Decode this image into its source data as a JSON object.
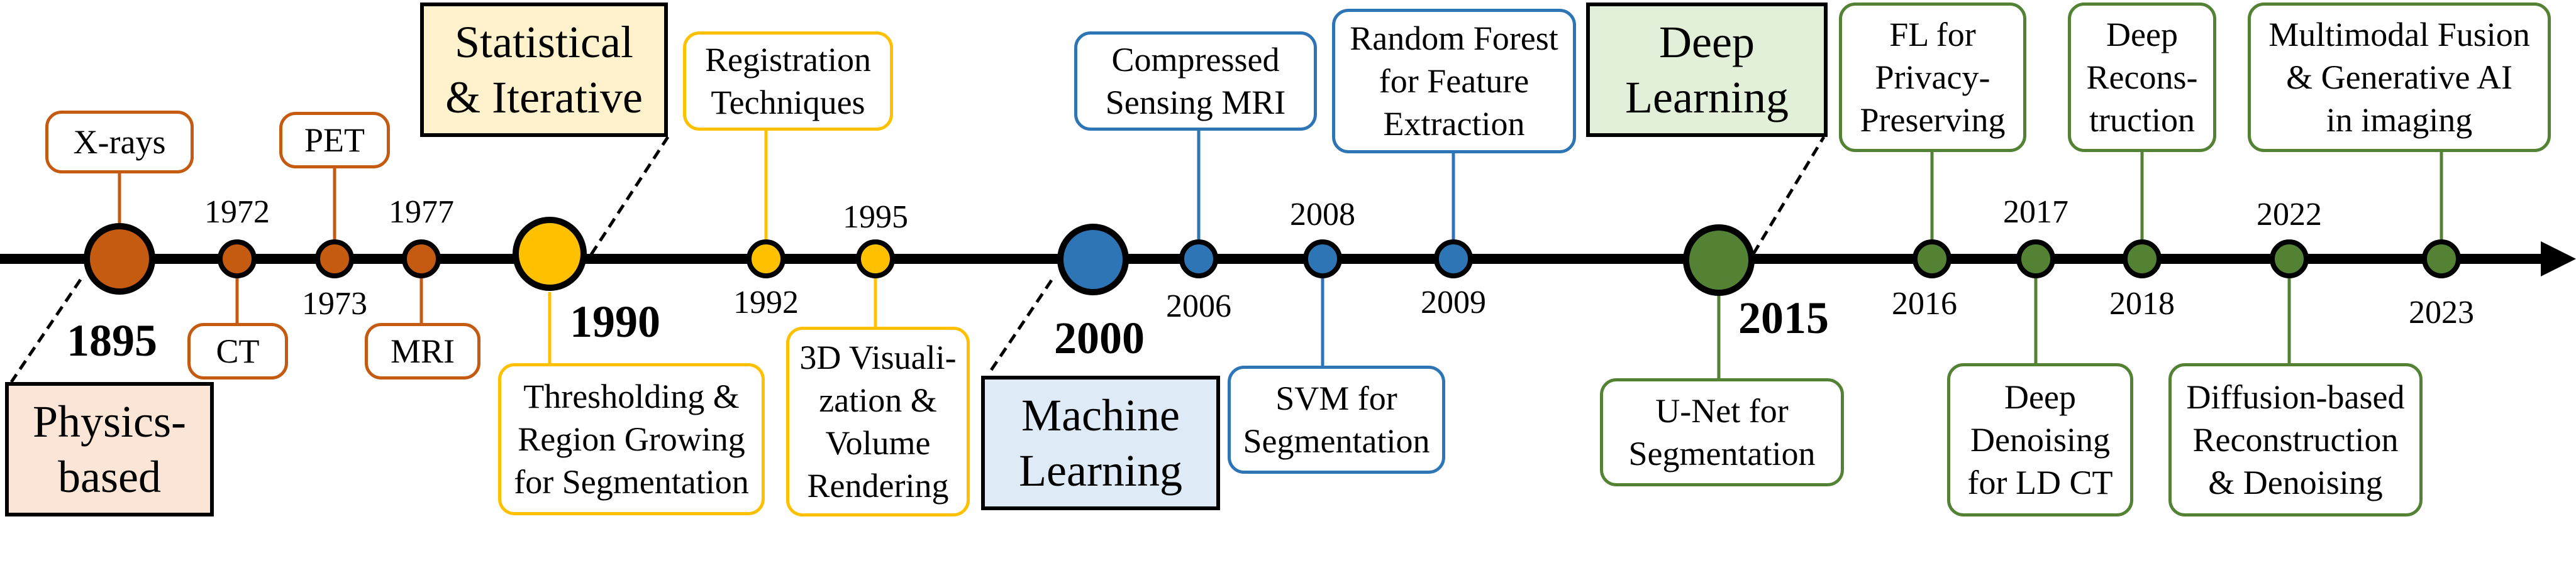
{
  "colors": {
    "physics": "#C55A11",
    "statistical": "#FFC000",
    "ml": "#2E75B6",
    "dl": "#548235",
    "physics_fill": "#FBE5D6",
    "statistical_fill": "#FFF2CC",
    "ml_fill": "#DEEBF7",
    "dl_fill": "#E2F0D9"
  },
  "eras": {
    "physics": "Physics-\nbased",
    "statistical": "Statistical\n& Iterative",
    "ml": "Machine\nLearning",
    "dl": "Deep\nLearning"
  },
  "major_years": {
    "y1895": "1895",
    "y1990": "1990",
    "y2000": "2000",
    "y2015": "2015"
  },
  "milestones": {
    "xrays": {
      "label": "X-rays"
    },
    "ct": {
      "year": "1972",
      "label": "CT"
    },
    "pet": {
      "year": "1973",
      "label": "PET"
    },
    "mri": {
      "year": "1977",
      "label": "MRI"
    },
    "thresholding": {
      "label": "Thresholding &\nRegion Growing\nfor Segmentation"
    },
    "registration": {
      "year": "1992",
      "label": "Registration\nTechniques"
    },
    "vis3d": {
      "year": "1995",
      "label": "3D Visuali-\nzation &\nVolume\nRendering"
    },
    "csmri": {
      "year": "2006",
      "label": "Compressed\nSensing MRI"
    },
    "svm": {
      "year": "2008",
      "label": "SVM for\nSegmentation"
    },
    "rf": {
      "year": "2009",
      "label": "Random Forest\nfor Feature\nExtraction"
    },
    "unet": {
      "label": "U-Net for\nSegmentation"
    },
    "fl": {
      "year": "2016",
      "label": "FL for\nPrivacy-\nPreserving"
    },
    "denoise": {
      "year": "2017",
      "label": "Deep\nDenoising\nfor LD CT"
    },
    "recon": {
      "year": "2018",
      "label": "Deep\nRecons-\ntruction"
    },
    "diffusion": {
      "year": "2022",
      "label": "Diffusion-based\nReconstruction\n& Denoising"
    },
    "multimodal": {
      "year": "2023",
      "label": "Multimodal Fusion\n& Generative AI\nin imaging"
    }
  }
}
